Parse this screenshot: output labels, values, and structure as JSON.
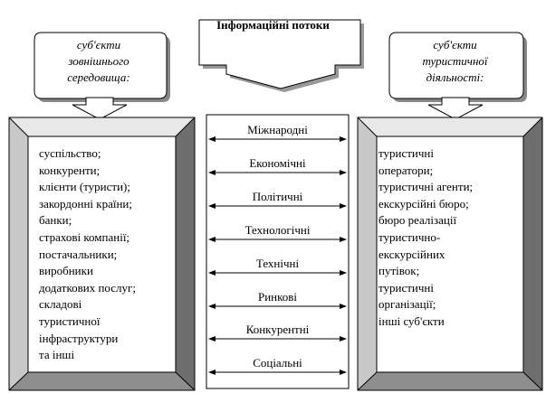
{
  "title": "Інформаційні потоки",
  "left_callout": "суб'єкти\nзовнішнього\nсередовища:",
  "right_callout": "суб'єкти\nтуристичної\nдіяльності:",
  "left_list": [
    "суспільство;",
    "конкуренти;",
    "клієнти (туристи);",
    "закордонні країни;",
    "банки;",
    "страхові компанії;",
    "постачальники;",
    "виробники",
    "додаткових послуг;",
    "складові",
    "туристичної",
    "інфраструктури",
    "та інші"
  ],
  "right_list": [
    "туристичні",
    "оператори;",
    "туристичні агенти;",
    "екскурсійні бюро;",
    "бюро реалізації",
    "туристично-",
    "екскурсійних",
    "путівок;",
    "туристичні",
    "організації;",
    "інші суб'єкти"
  ],
  "flows": [
    "Міжнародні",
    "Економічні",
    "Політичні",
    "Технологічні",
    "Технічні",
    "Ринкові",
    "Конкурентні",
    "Соціальні"
  ],
  "colors": {
    "bevel_top": "#e8e8e8",
    "bevel_left": "#c8c8c8",
    "bevel_right": "#6e6e6e",
    "bevel_bottom": "#8e8e8e",
    "shadow": "#888888",
    "line": "#000000"
  }
}
